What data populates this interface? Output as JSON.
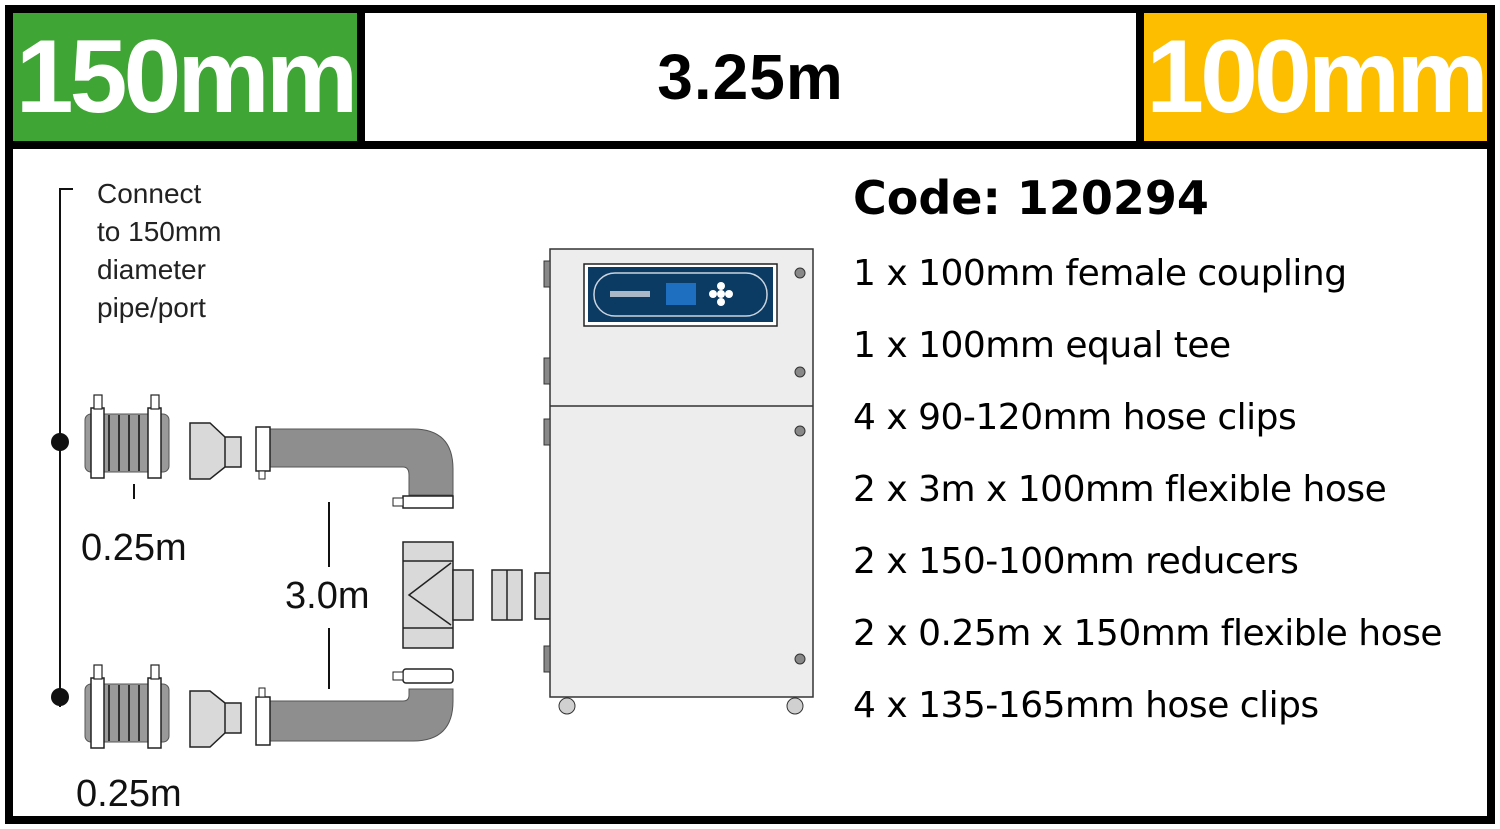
{
  "header": {
    "inlet_diameter": "150mm",
    "inlet_color": "#3FA535",
    "total_length": "3.25m",
    "outlet_diameter": "100mm",
    "outlet_color": "#FDBE00"
  },
  "diagram": {
    "connect_label": [
      "Connect",
      "to 150mm",
      "diameter",
      "pipe/port"
    ],
    "hose_short_top_label": "0.25m",
    "hose_long_label": "3.0m",
    "hose_short_bottom_label": "0.25m",
    "unit_panel_color": "#0B3A63",
    "unit_screen_color": "#1E6FC0",
    "unit_body_color": "#EDEDED",
    "hose_color": "#9A9A9A",
    "fitting_color": "#D9D9D9"
  },
  "parts": {
    "code_label": "Code: 120294",
    "items": [
      "1 x 100mm female coupling",
      "1 x 100mm equal tee",
      "4 x 90-120mm hose clips",
      "2 x 3m x 100mm flexible hose",
      "2 x 150-100mm reducers",
      "2 x 0.25m x 150mm flexible hose",
      "4 x 135-165mm hose clips"
    ]
  }
}
